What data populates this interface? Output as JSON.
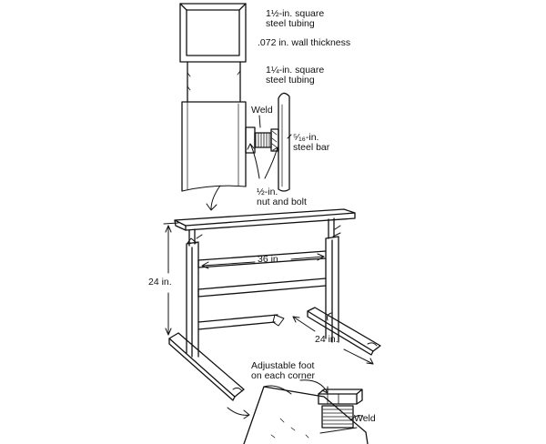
{
  "labels": {
    "outer_tube": [
      "1½-in. square",
      "steel tubing"
    ],
    "wall_thickness": ".072 in. wall thickness",
    "inner_tube": [
      "1¼-in. square",
      "steel tubing"
    ],
    "weld_top": "Weld",
    "steel_bar": [
      "⁵⁄₁₆-in.",
      "steel bar"
    ],
    "nut_bolt": [
      "½-in.",
      "nut and bolt"
    ],
    "width_dim": "36 in.",
    "height_dim": "24 in.",
    "depth_dim": "24 in.",
    "foot": [
      "Adjustable foot",
      "on each corner"
    ],
    "weld_bottom": "Weld"
  },
  "colors": {
    "ink": "#111111",
    "paper": "#ffffff"
  }
}
